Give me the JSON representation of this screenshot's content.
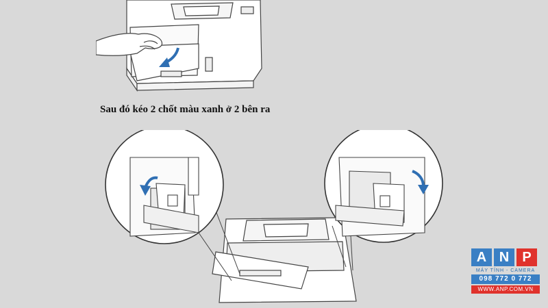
{
  "caption": "Sau đó kéo 2 chốt màu xanh ở 2 bên ra",
  "illustrations": {
    "top": {
      "icon": "printer-back-cover-open-illustration",
      "arrow_icon": "blue-curved-arrow-icon"
    },
    "bottom": {
      "icon": "printer-rear-fuser-illustration"
    },
    "left_zoom": {
      "icon": "left-green-lever-zoom-illustration",
      "arrow_icon": "blue-arrow-down-left-icon"
    },
    "right_zoom": {
      "icon": "right-green-lever-zoom-illustration",
      "arrow_icon": "blue-arrow-down-icon"
    }
  },
  "logo": {
    "letters": [
      "A",
      "N",
      "P"
    ],
    "tagline": "MÁY TÍNH - CAMERA",
    "phone": "098 772 0 772",
    "website": "WWW.ANP.COM.VN"
  },
  "colors": {
    "background": "#d9d9d9",
    "arrow_blue": "#2f6fb3",
    "logo_blue": "#3a7fc4",
    "logo_red": "#e0322c"
  }
}
